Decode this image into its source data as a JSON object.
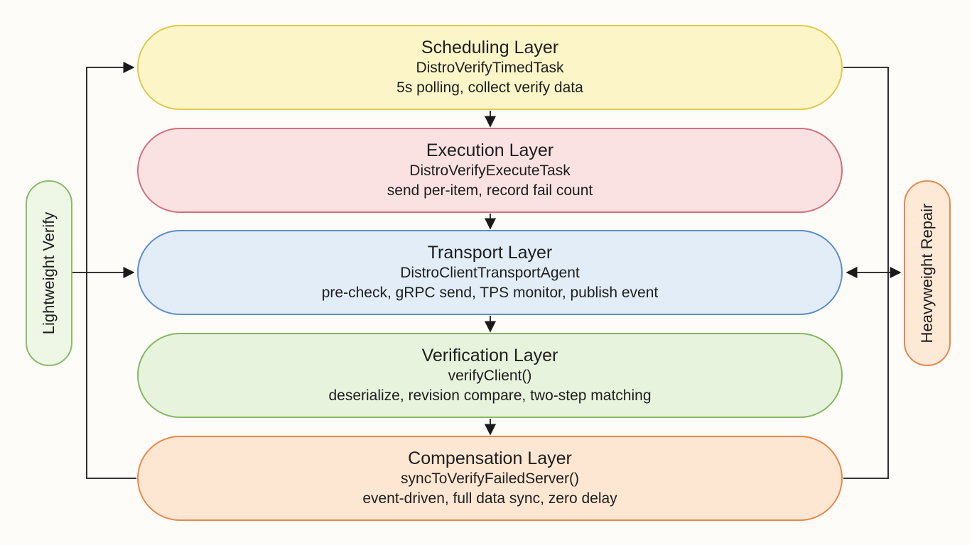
{
  "layers": [
    {
      "title": "Scheduling Layer",
      "class": "DistroVerifyTimedTask",
      "desc": "5s polling, collect verify data"
    },
    {
      "title": "Execution Layer",
      "class": "DistroVerifyExecuteTask",
      "desc": "send per-item, record fail count"
    },
    {
      "title": "Transport Layer",
      "class": "DistroClientTransportAgent",
      "desc": "pre-check, gRPC send, TPS monitor, publish event"
    },
    {
      "title": "Verification Layer",
      "class": "verifyClient()",
      "desc": "deserialize, revision compare, two-step matching"
    },
    {
      "title": "Compensation Layer",
      "class": "syncToVerifyFailedServer()",
      "desc": "event-driven, full data sync, zero delay"
    }
  ],
  "side_labels": {
    "left": "Lightweight Verify",
    "right": "Heavyweight Repair"
  },
  "colors": {
    "scheduling": "#fbf5c8",
    "execution": "#fbe2e2",
    "transport": "#e2edf8",
    "verification": "#e8f3dd",
    "compensation": "#fde7d2"
  }
}
